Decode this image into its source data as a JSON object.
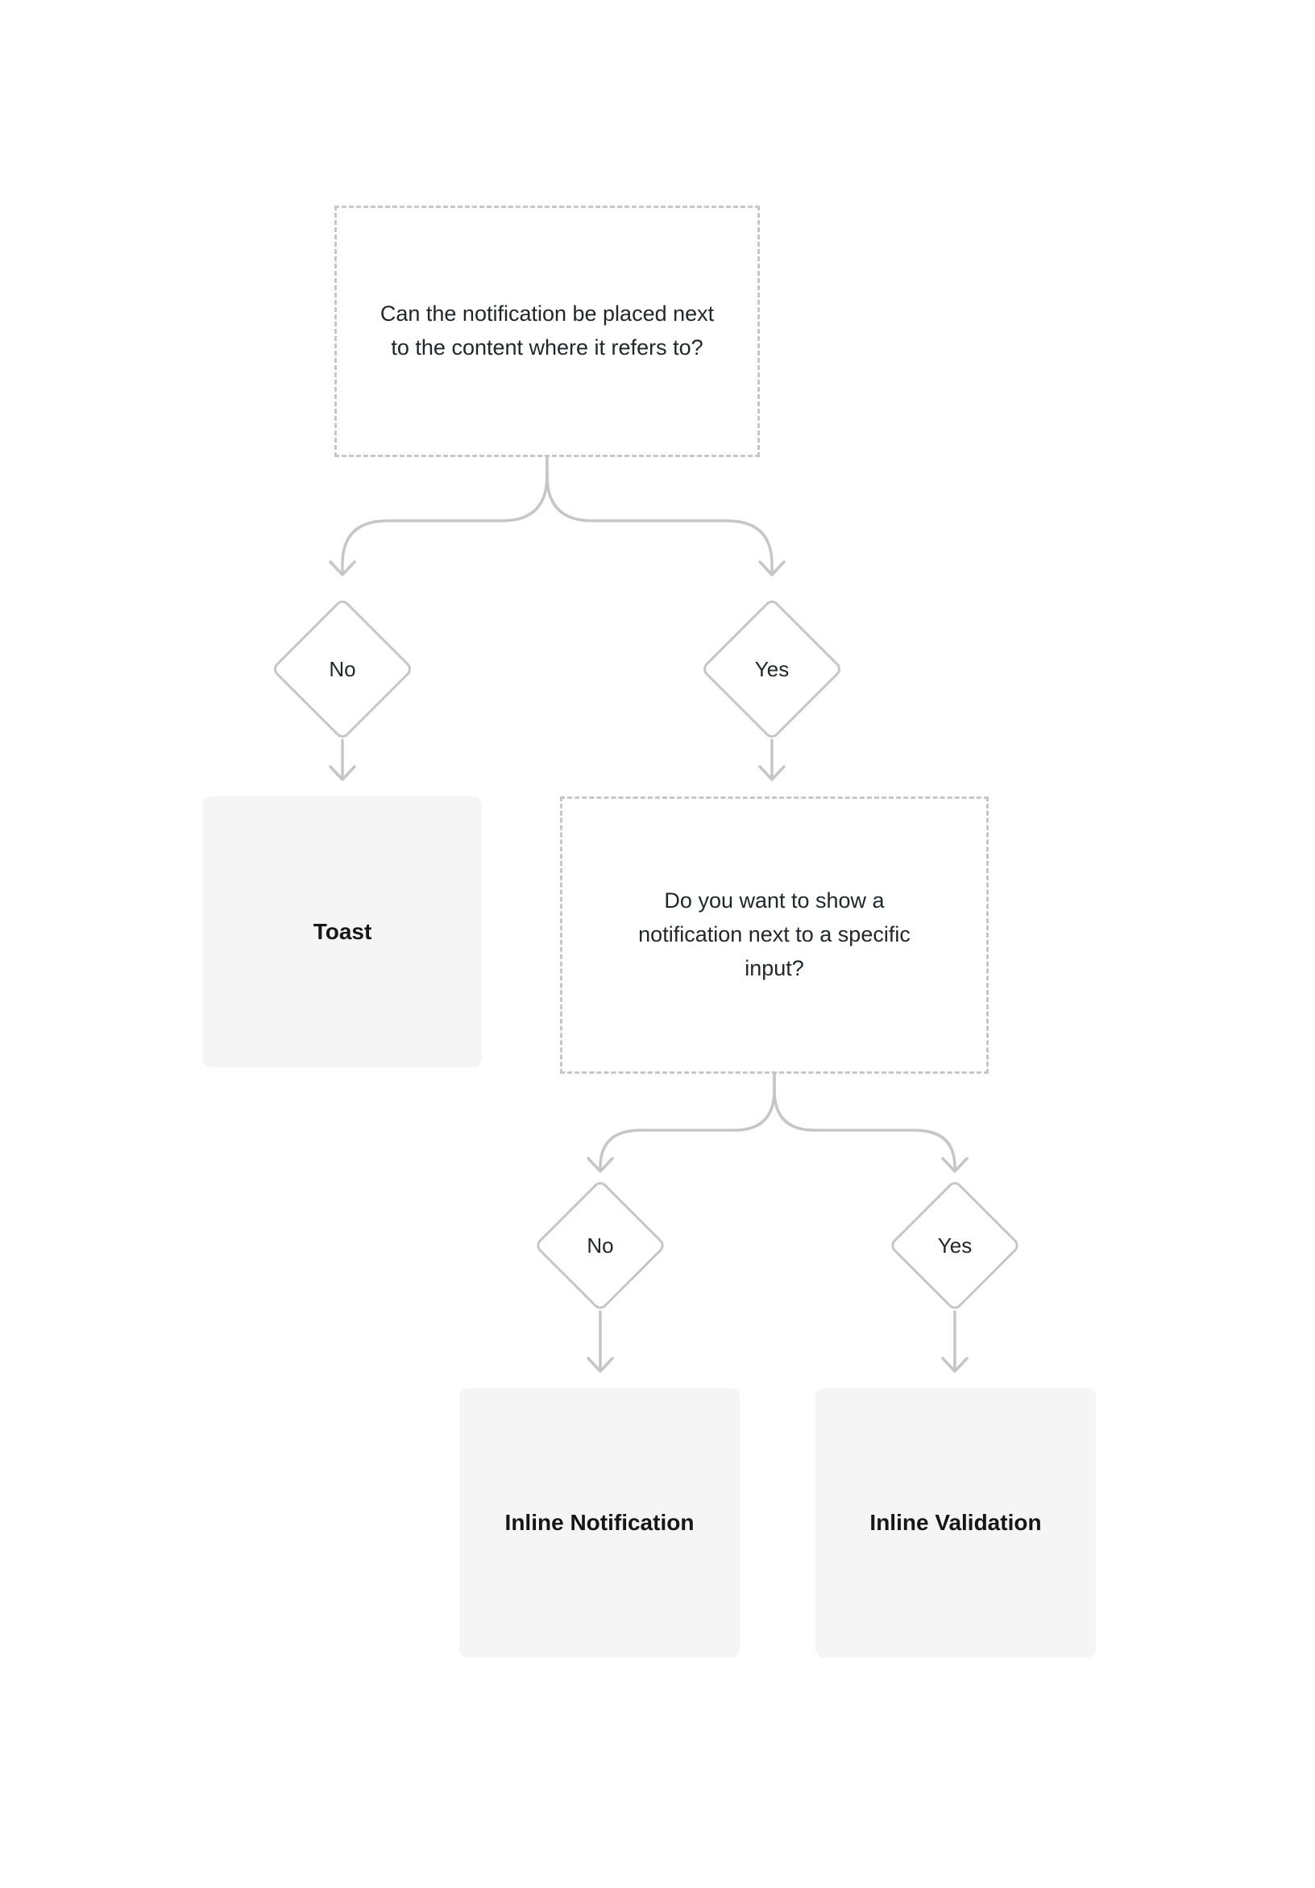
{
  "diagram": {
    "type": "decision-flowchart",
    "colors": {
      "connector": "#c6c6c6",
      "dashed_border": "#c6c6c6",
      "result_fill": "#f5f5f5",
      "text": "#21272a"
    },
    "nodes": {
      "q1": {
        "text": "Can the notification be placed next to the content where it refers to?"
      },
      "d1_no": {
        "label": "No"
      },
      "d1_yes": {
        "label": "Yes"
      },
      "toast": {
        "label": "Toast"
      },
      "q2": {
        "text": "Do you want to show a notification next to a specific input?"
      },
      "d2_no": {
        "label": "No"
      },
      "d2_yes": {
        "label": "Yes"
      },
      "inline_notification": {
        "label": "Inline Notification"
      },
      "inline_validation": {
        "label": "Inline Validation"
      }
    },
    "edges": [
      {
        "from": "q1",
        "to": "d1_no"
      },
      {
        "from": "q1",
        "to": "d1_yes"
      },
      {
        "from": "d1_no",
        "to": "toast"
      },
      {
        "from": "d1_yes",
        "to": "q2"
      },
      {
        "from": "q2",
        "to": "d2_no"
      },
      {
        "from": "q2",
        "to": "d2_yes"
      },
      {
        "from": "d2_no",
        "to": "inline_notification"
      },
      {
        "from": "d2_yes",
        "to": "inline_validation"
      }
    ]
  }
}
